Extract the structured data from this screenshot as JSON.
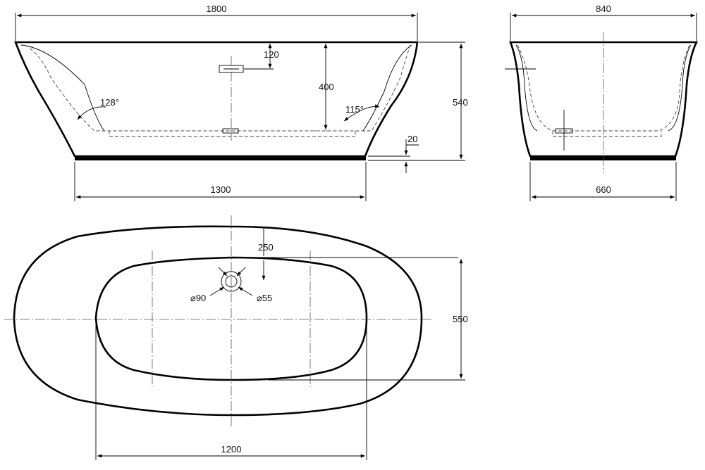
{
  "dimensions": {
    "side_top_width": "1800",
    "side_base_width": "1300",
    "height_total": "540",
    "base_thickness": "20",
    "waste_height": "400",
    "overflow_offset": "120",
    "angle_left": "128°",
    "angle_right": "115°",
    "end_top_width": "840",
    "end_base_width": "660",
    "plan_inner_length": "1200",
    "plan_inner_width": "550",
    "plan_drain_offset": "250",
    "drain_outer_dia": "⌀90",
    "drain_inner_dia": "⌀55"
  }
}
